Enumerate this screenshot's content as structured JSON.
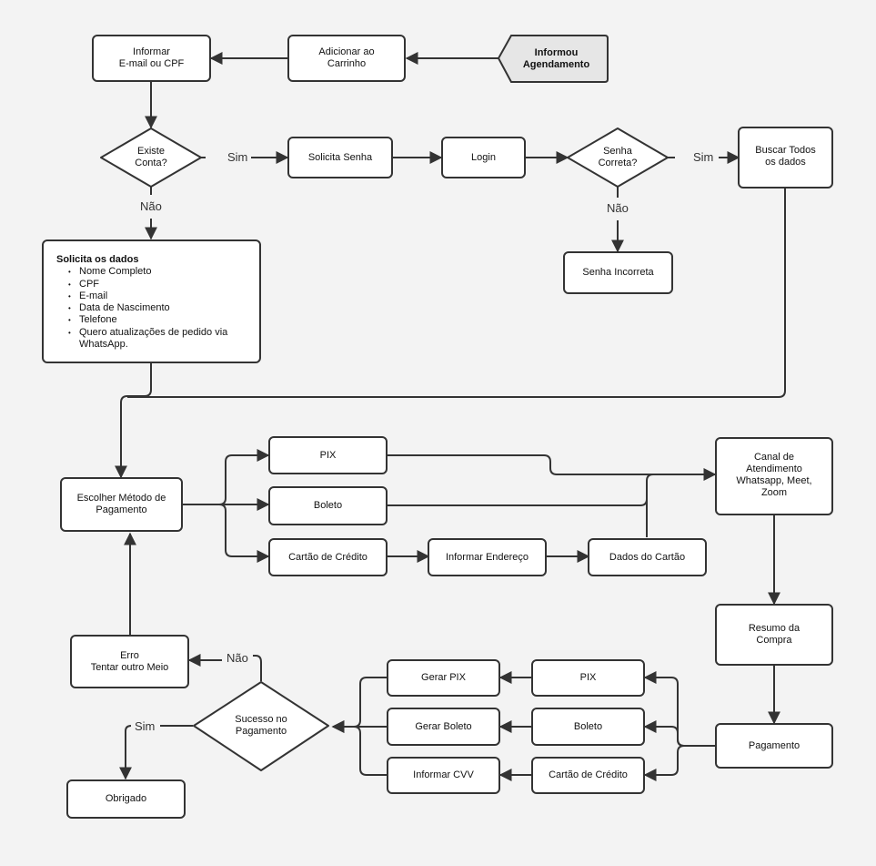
{
  "nodes": {
    "informou": "Informou\nAgendamento",
    "carrinho": "Adicionar ao\nCarrinho",
    "email": "Informar\nE-mail ou CPF",
    "existe": "Existe\nConta?",
    "senha": "Solicita Senha",
    "login": "Login",
    "correta": "Senha\nCorreta?",
    "buscar": "Buscar Todos\nos dados",
    "incorreta": "Senha Incorreta",
    "dados_title": "Solicita os dados",
    "dados_items": [
      "Nome Completo",
      "CPF",
      "E-mail",
      "Data de Nascimento",
      "Telefone",
      "Quero atualizações de pedido via WhatsApp."
    ],
    "metodo": "Escolher Método de\nPagamento",
    "pix": "PIX",
    "boleto": "Boleto",
    "cartao": "Cartão de Crédito",
    "endereco": "Informar Endereço",
    "dados_cartao": "Dados do Cartão",
    "canal": "Canal de\nAtendimento\nWhatsapp, Meet,\nZoom",
    "resumo": "Resumo da\nCompra",
    "pagamento": "Pagamento",
    "pix2": "PIX",
    "boleto2": "Boleto",
    "cartao2": "Cartão de Crédito",
    "gerar_pix": "Gerar PIX",
    "gerar_boleto": "Gerar Boleto",
    "cvv": "Informar CVV",
    "sucesso": "Sucesso no\nPagamento",
    "erro": "Erro\nTentar outro Meio",
    "obrigado": "Obrigado"
  },
  "edge_labels": {
    "sim": "Sim",
    "nao": "Não"
  },
  "colors": {
    "stroke": "#333333",
    "background": "#f3f3f3",
    "box": "#ffffff",
    "start_fill": "#e6e6e6"
  }
}
